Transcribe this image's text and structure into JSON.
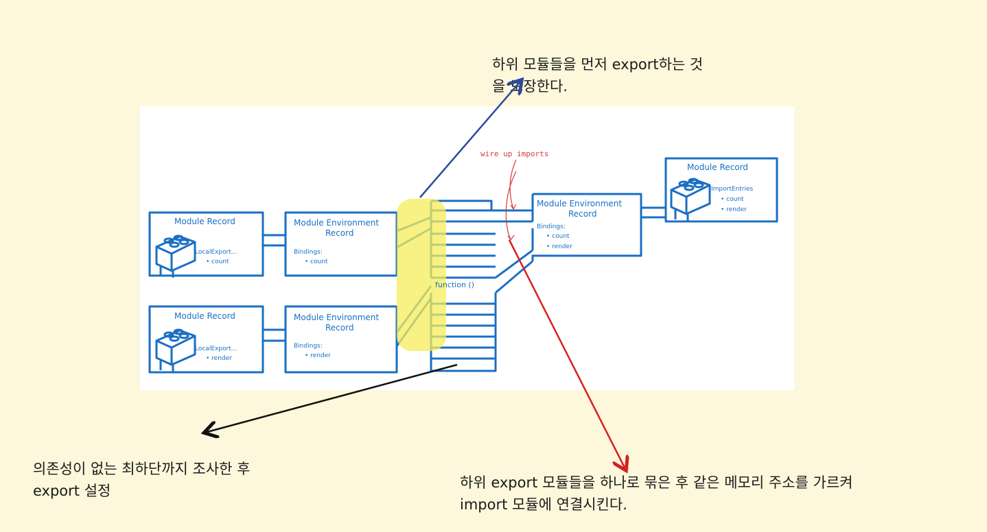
{
  "annotations": {
    "top": {
      "line1": "하위 모듈들을 먼저 export하는 것",
      "line2": "을 보장한다."
    },
    "bottom_left": {
      "line1": "의존성이 없는 최하단까지 조사한 후",
      "line2": "export 설정"
    },
    "bottom_right": {
      "line1": "하위 export 모듈들을 하나로 묶은 후 같은 메모리 주소를 가르켜",
      "line2": "import 모듈에 연결시킨다."
    }
  },
  "diagram": {
    "wire_label": "wire up imports",
    "function_label": "function ()",
    "modules": [
      {
        "record_title": "Module Record",
        "record_field": "LocalExport...",
        "record_items": [
          "count"
        ],
        "env_title_line1": "Module Environment",
        "env_title_line2": "Record",
        "bindings_label": "Bindings:",
        "bindings": [
          "count"
        ]
      },
      {
        "record_title": "Module Record",
        "record_field": "LocalExport...",
        "record_items": [
          "render"
        ],
        "env_title_line1": "Module Environment",
        "env_title_line2": "Record",
        "bindings_label": "Bindings:",
        "bindings": [
          "render"
        ]
      }
    ],
    "importer": {
      "env_title_line1": "Module Environment",
      "env_title_line2": "Record",
      "bindings_label": "Bindings:",
      "bindings": [
        "count",
        "render"
      ],
      "record_title": "Module Record",
      "record_field": "ImportEntries",
      "record_items": [
        "count",
        "render"
      ]
    }
  },
  "colors": {
    "background": "#fdf7dc",
    "sketch_blue": "#1a6fc4",
    "highlight_yellow": "#f5ec5a",
    "arrow_blue": "#2a4a9a",
    "arrow_red": "#d42020",
    "arrow_black": "#111111",
    "wire_red": "#d63a3a"
  }
}
